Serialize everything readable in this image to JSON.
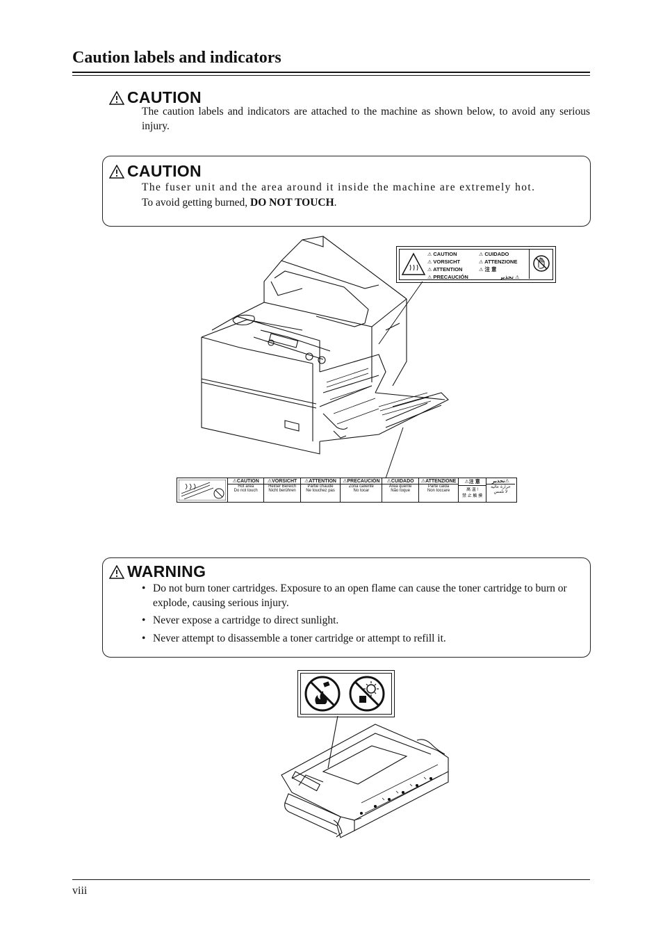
{
  "page": {
    "title": "Caution labels and indicators",
    "page_number": "viii"
  },
  "intro": {
    "heading": "CAUTION",
    "text": "The caution labels and indicators are attached to the machine as shown below, to avoid any serious injury."
  },
  "caution_box": {
    "heading": "CAUTION",
    "line1": "The fuser unit and the area around it inside the machine are extremely hot.",
    "line2_prefix": "To avoid getting burned, ",
    "line2_bold": "DO NOT TOUCH",
    "line2_suffix": "."
  },
  "fuser_label_small": {
    "items": [
      "CAUTION",
      "VORSICHT",
      "ATTENTION",
      "PRECAUCIÓN",
      "CUIDADO",
      "ATTENZIONE",
      "注 意",
      "تحذير"
    ]
  },
  "fuser_label_long": {
    "headers": [
      "CAUTION",
      "VORSICHT",
      "ATTENTION",
      "PRECAUCIÓN",
      "CUIDADO",
      "ATTENZIONE",
      "注 意",
      "تحذير"
    ],
    "line1": [
      "Hot area",
      "Heißer Bereich",
      "Partie chaude",
      "Zona caliente",
      "Área quente",
      "Parte calda",
      "高 温 !",
      "حرارة عالية"
    ],
    "line2": [
      "Do not touch",
      "Nicht berühren",
      "Ne touchez pas",
      "No tocar",
      "Não toque",
      "Non toccare",
      "禁 止 触 摸",
      "لا تلمس"
    ]
  },
  "warning_box": {
    "heading": "WARNING",
    "bullets": [
      "Do not burn toner cartridges. Exposure to an open flame can cause the toner cartridge to burn or explode, causing serious injury.",
      "Never expose a cartridge to direct sunlight.",
      "Never attempt to disassemble a toner cartridge or attempt to refill it."
    ]
  },
  "icons": {
    "warning_triangle": "warning-triangle-icon",
    "hot_surface": "hot-surface-icon",
    "no_touch": "no-touch-icon",
    "no_fire": "no-fire-icon",
    "no_sunlight": "no-sunlight-icon"
  }
}
